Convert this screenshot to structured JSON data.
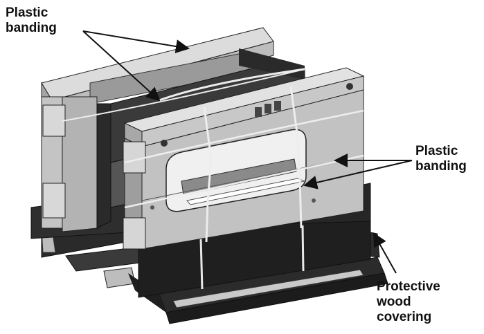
{
  "callouts": {
    "top_banding": [
      "Plastic",
      "banding"
    ],
    "side_banding": [
      "Plastic",
      "banding"
    ],
    "wood_covering": [
      "Protective",
      "wood",
      "covering"
    ]
  },
  "colors": {
    "metal_light": "#d4d4d4",
    "metal_mid": "#b8b8b8",
    "metal_dark": "#8e8e8e",
    "wood": "#2b2b2b",
    "outline": "#1a1a1a",
    "text": "#111111"
  }
}
